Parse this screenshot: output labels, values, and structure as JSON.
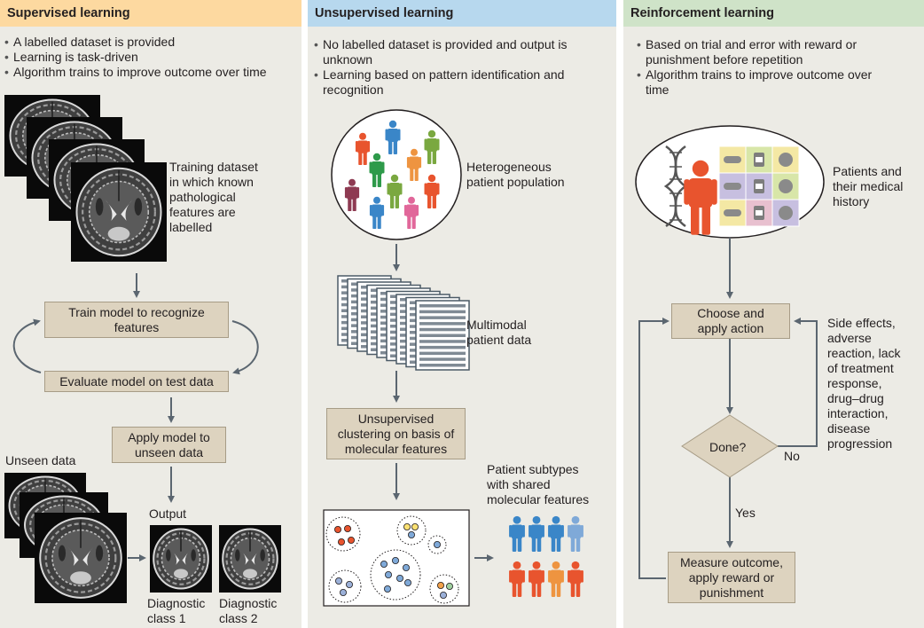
{
  "panels": {
    "supervised": {
      "title": "Supervised learning",
      "header_color": "#fdd9a0",
      "bullets": [
        "A labelled dataset is provided",
        "Learning is task-driven",
        "Algorithm trains to improve outcome over time"
      ],
      "training_label": [
        "Training dataset",
        "in which known",
        "pathological",
        "features are",
        "labelled"
      ],
      "train_box": [
        "Train model to recognize",
        "features"
      ],
      "evaluate_box": "Evaluate model on test data",
      "apply_box": [
        "Apply model to",
        "unseen data"
      ],
      "unseen_label": "Unseen data",
      "output_label": "Output",
      "class1_label": [
        "Diagnostic",
        "class 1"
      ],
      "class2_label": [
        "Diagnostic",
        "class 2"
      ]
    },
    "unsupervised": {
      "title": "Unsupervised learning",
      "header_color": "#b7d8ee",
      "bullets": [
        [
          "No labelled dataset is provided and output is",
          "unknown"
        ],
        [
          "Learning based on pattern identification and",
          "recognition"
        ]
      ],
      "population_label": [
        "Heterogeneous",
        "patient population"
      ],
      "multimodal_label": [
        "Multimodal",
        "patient data"
      ],
      "cluster_box": [
        "Unsupervised",
        "clustering on basis of",
        "molecular features"
      ],
      "subtypes_label": [
        "Patient subtypes",
        "with shared",
        "molecular features"
      ]
    },
    "reinforcement": {
      "title": "Reinforcement learning",
      "header_color": "#cfe3c8",
      "bullets": [
        [
          "Based on trial and error with reward or",
          "punishment before repetition"
        ],
        [
          "Algorithm trains to improve outcome over",
          "time"
        ]
      ],
      "history_label": [
        "Patients and",
        "their medical",
        "history"
      ],
      "choose_box": [
        "Choose and",
        "apply action"
      ],
      "done_label": "Done?",
      "no_label": "No",
      "yes_label": "Yes",
      "side_effects_label": [
        "Side effects,",
        "adverse",
        "reaction, lack",
        "of treatment",
        "response,",
        "drug–drug",
        "interaction,",
        "disease",
        "progression"
      ],
      "measure_box": [
        "Measure outcome,",
        "apply reward or",
        "punishment"
      ]
    }
  },
  "colors": {
    "panel_bg": "#ecebe5",
    "box_fill": "#ddd3bf",
    "arrow": "#5b6670",
    "blue_person": "#3a86c8",
    "orange_person": "#e8542e",
    "light_orange_person": "#ee9440",
    "light_blue_person": "#7fa9d8"
  }
}
